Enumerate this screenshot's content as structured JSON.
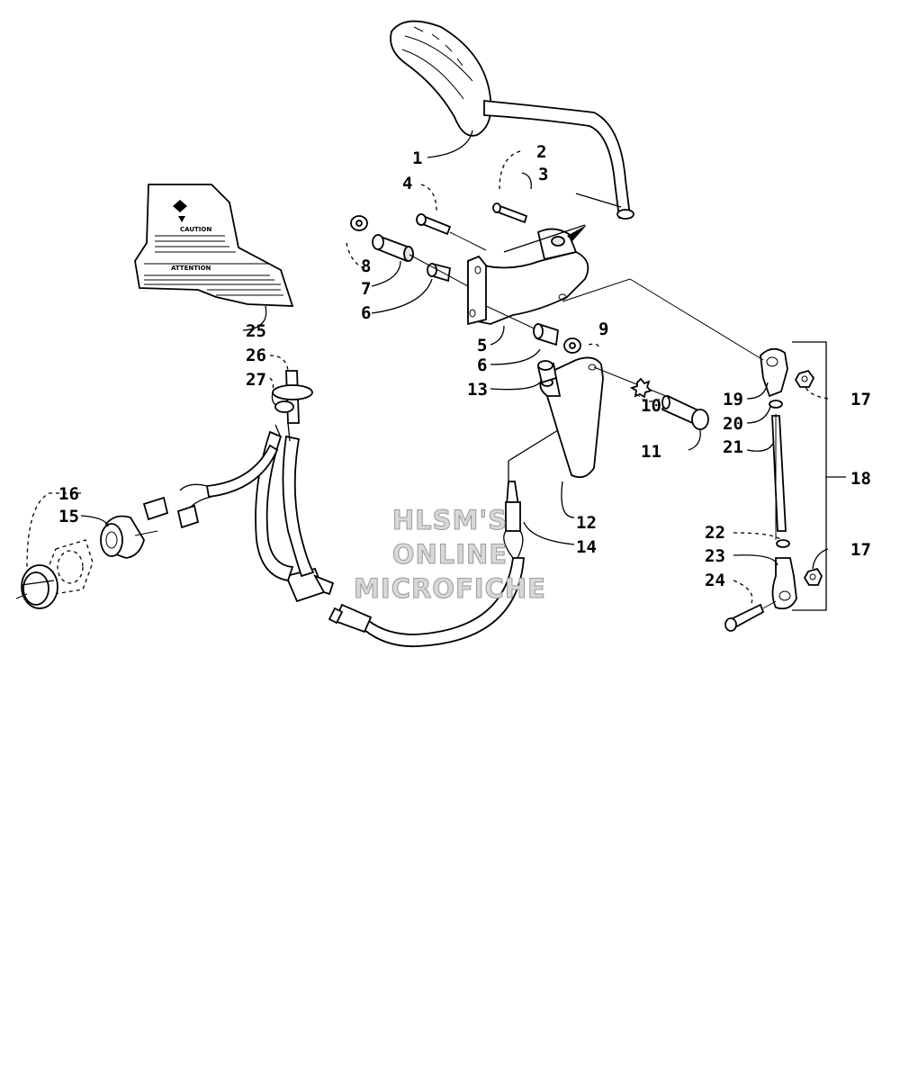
{
  "watermark": {
    "line1": "HLSM'S",
    "line2": "ONLINE",
    "line3": "MICROFICHE"
  },
  "decal": {
    "caution": "CAUTION",
    "attention": "ATTENTION"
  },
  "callouts": {
    "c1": "1",
    "c2": "2",
    "c3": "3",
    "c4": "4",
    "c5": "5",
    "c6a": "6",
    "c6b": "6",
    "c7": "7",
    "c8": "8",
    "c9": "9",
    "c10": "10",
    "c11": "11",
    "c12": "12",
    "c13": "13",
    "c14": "14",
    "c15": "15",
    "c16": "16",
    "c17a": "17",
    "c17b": "17",
    "c18": "18",
    "c19": "19",
    "c20": "20",
    "c21": "21",
    "c22": "22",
    "c23": "23",
    "c24": "24",
    "c25": "25",
    "c26": "26",
    "c27": "27"
  }
}
